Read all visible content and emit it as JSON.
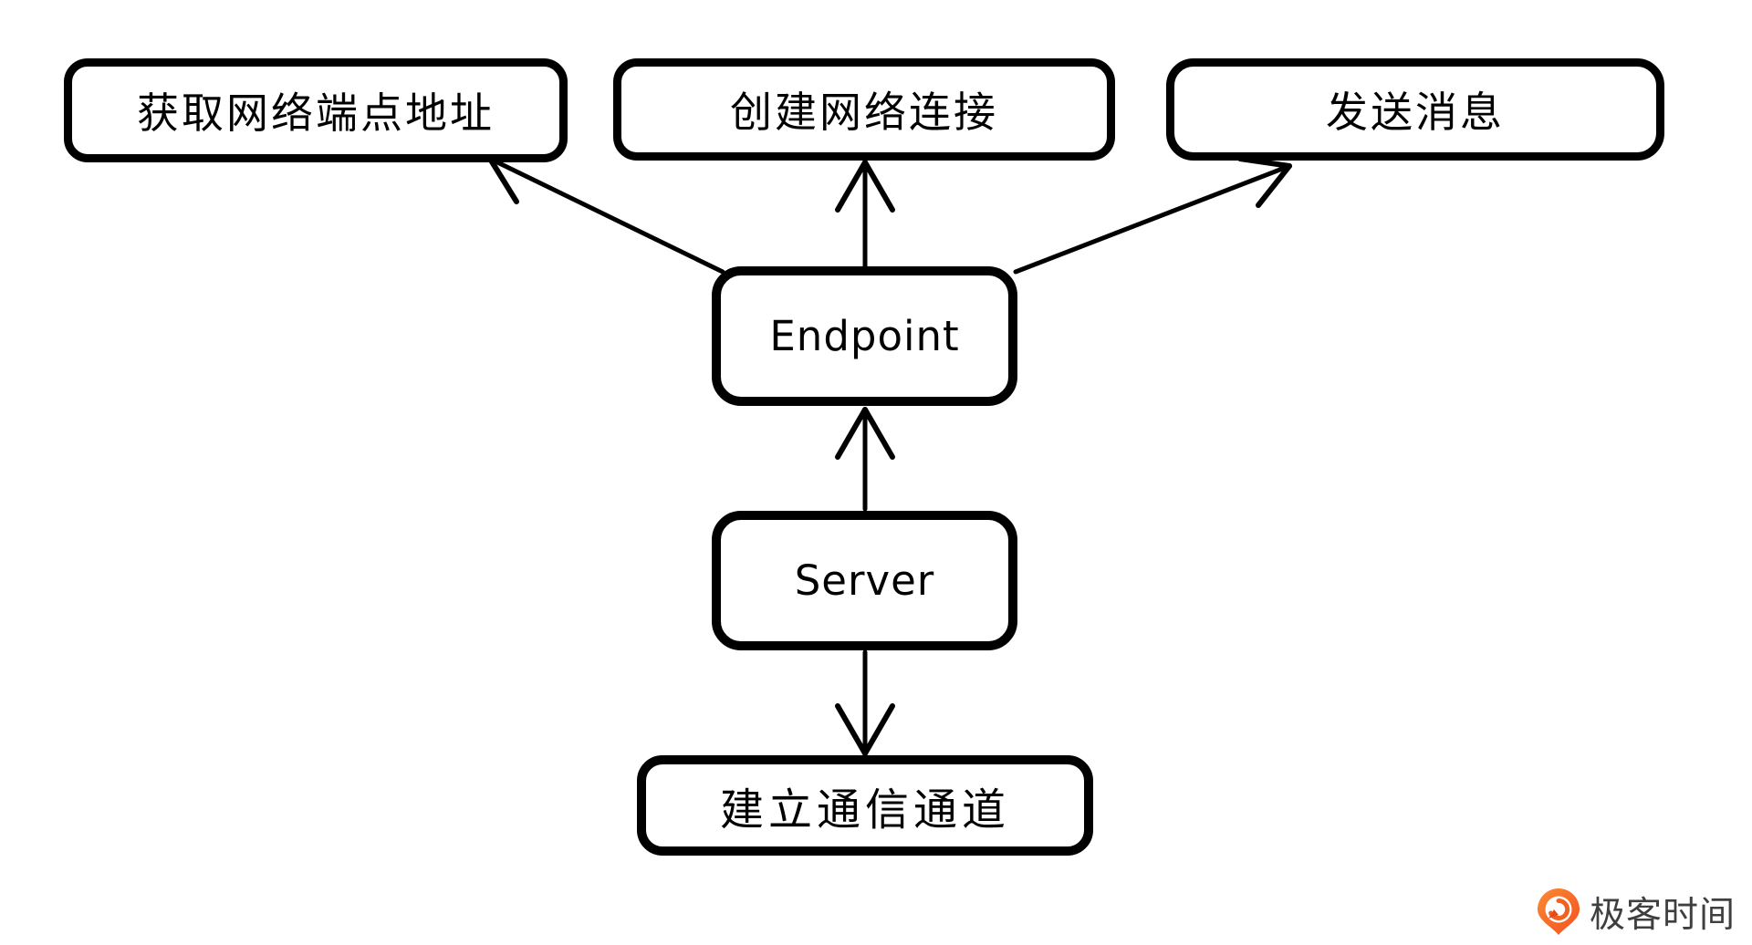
{
  "diagram": {
    "title": "Server endpoint responsibilities diagram",
    "nodes": {
      "get_endpoint_address": {
        "label": "获取网络端点地址"
      },
      "create_connection": {
        "label": "创建网络连接"
      },
      "send_message": {
        "label": "发送消息"
      },
      "endpoint": {
        "label": "Endpoint"
      },
      "server": {
        "label": "Server"
      },
      "establish_channel": {
        "label": "建立通信通道"
      }
    },
    "edges": [
      {
        "from": "endpoint",
        "to": "get_endpoint_address",
        "style": "open-arrow"
      },
      {
        "from": "endpoint",
        "to": "create_connection",
        "style": "open-arrow"
      },
      {
        "from": "endpoint",
        "to": "send_message",
        "style": "open-arrow"
      },
      {
        "from": "server",
        "to": "endpoint",
        "style": "open-arrow"
      },
      {
        "from": "server",
        "to": "establish_channel",
        "style": "open-arrow"
      }
    ],
    "colors": {
      "background": "#ffffff",
      "box_fill": "#ffffff",
      "box_border": "#000000",
      "arrow": "#000000"
    }
  },
  "branding": {
    "logo_text": "极客时间",
    "logo_orange": "#f4501e",
    "logo_orange_light": "#fb8a33",
    "text_color": "#3f3f3f"
  }
}
